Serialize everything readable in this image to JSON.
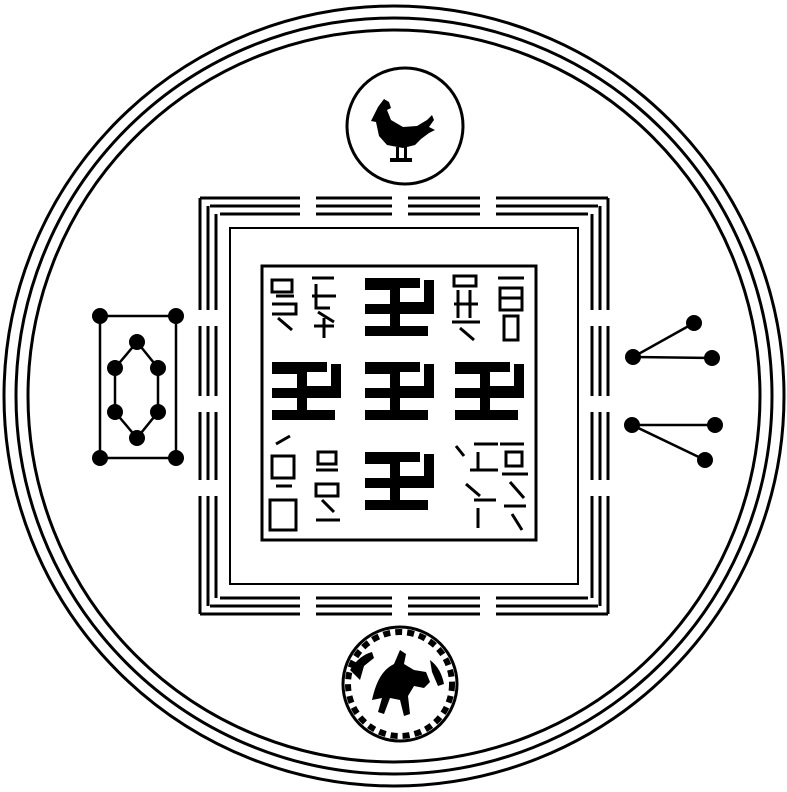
{
  "figure": {
    "kind": "diagram",
    "colors": {
      "ink": "#000000",
      "paper": "#ffffff"
    },
    "top_medallion": {
      "icon": "rooster-icon"
    },
    "bottom_medallion": {
      "icon": "horse-icon"
    },
    "left_emblem": {
      "icon": "dot-hexagon-constellation-icon"
    },
    "right_emblem": {
      "icon": "dot-line-constellation-icon"
    },
    "central_seal": {
      "icon": "seal-script-inscription",
      "glyphs": [
        "卍",
        "卍",
        "卍",
        "卍",
        "卍"
      ]
    }
  }
}
